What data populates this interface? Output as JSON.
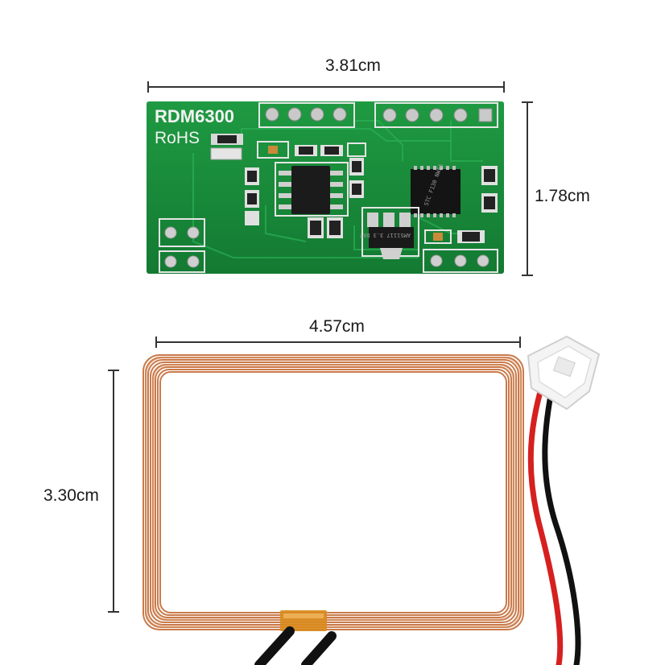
{
  "board": {
    "silkscreen_model": "RDM6300",
    "silkscreen_rohs": "RoHS",
    "regulator_marking": "AMS1117 3.3 DXT",
    "mcu_marking": "STC F130 NWFA",
    "board_color": "#1a8a3a",
    "width_label": "3.81cm",
    "height_label": "1.78cm"
  },
  "antenna": {
    "coil_color": "#c97a4a",
    "width_label": "4.57cm",
    "height_label": "3.30cm",
    "wire_colors": [
      "#111111",
      "#d62020"
    ]
  }
}
